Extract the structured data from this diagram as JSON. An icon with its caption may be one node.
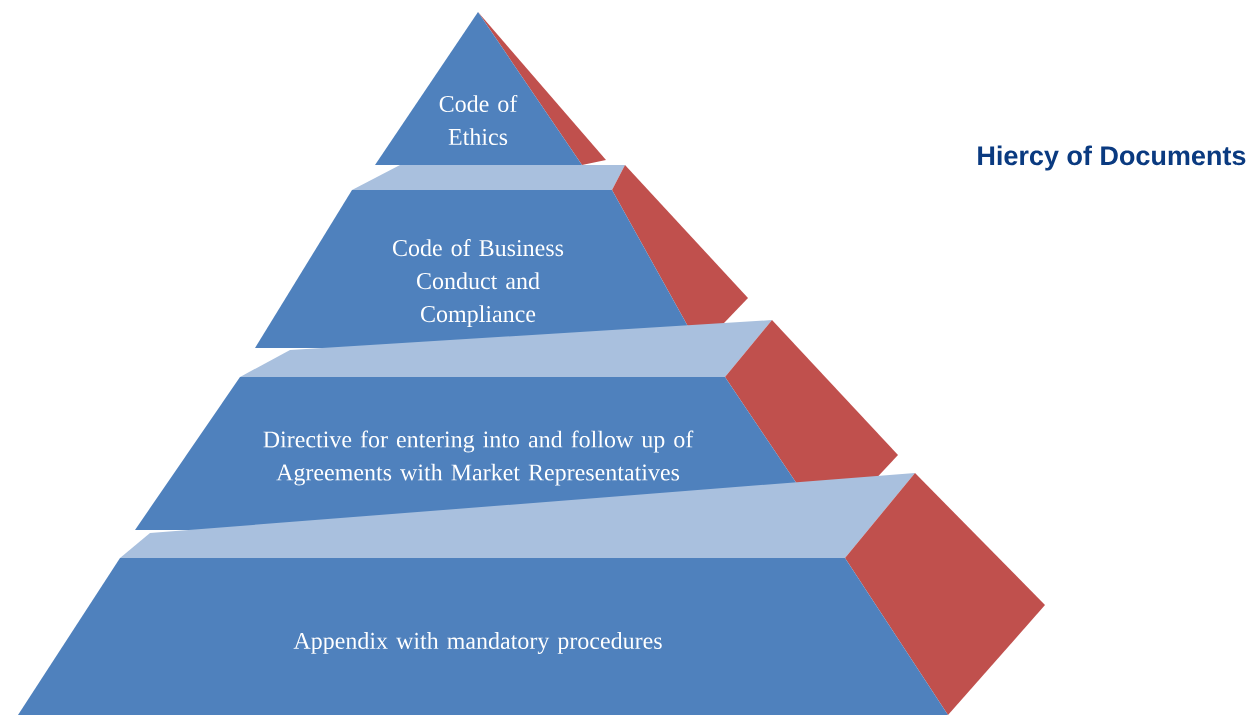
{
  "diagram": {
    "title": "Hiercy of Documents",
    "nodes": [
      {
        "text": [
          "Code of Ethics"
        ]
      },
      {
        "text": [
          "Code of Business Conduct and Compliance"
        ]
      },
      {
        "text": [
          "Directive for entering into and follow up of Agreements with Market Representatives"
        ]
      },
      {
        "text": [
          "Appendix with mandatory procedures"
        ]
      }
    ]
  }
}
